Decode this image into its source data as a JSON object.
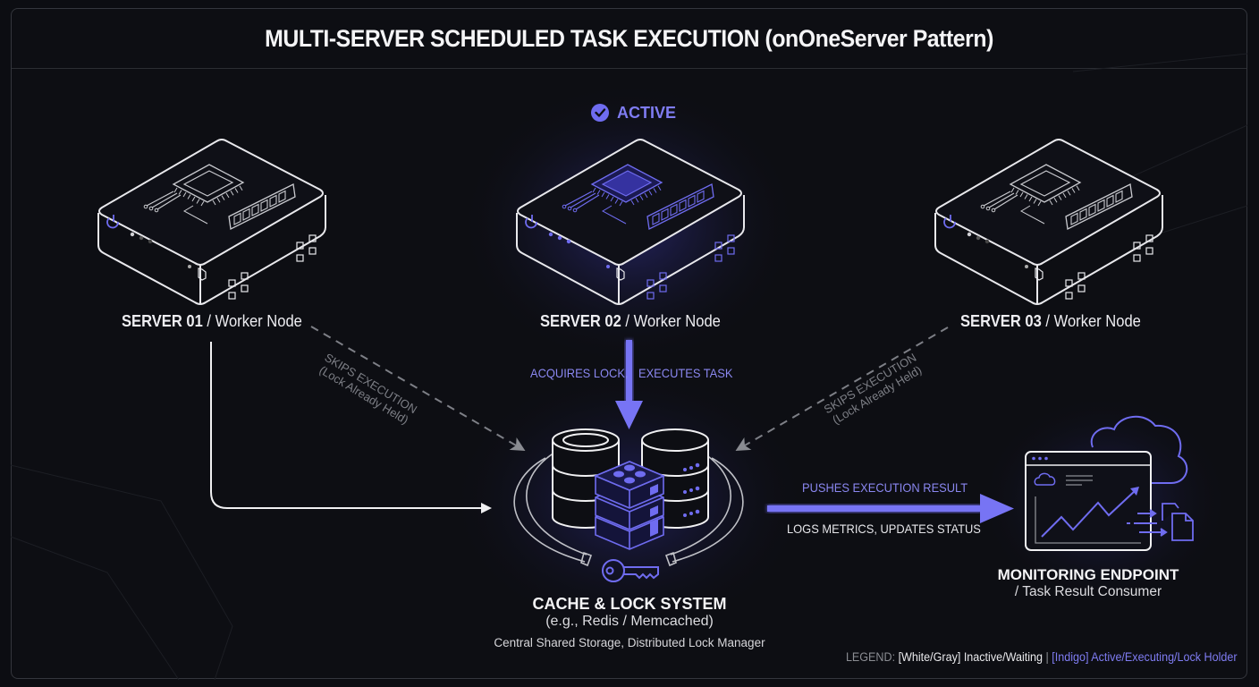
{
  "title": "MULTI-SERVER SCHEDULED TASK EXECUTION (onOneServer Pattern)",
  "colors": {
    "background": "#0d0e13",
    "accent_indigo": "#6f6cf0",
    "inactive_white": "#e8e8ec",
    "muted_gray": "#7d7f86"
  },
  "servers": [
    {
      "id": "server-01",
      "name": "SERVER 01",
      "role": "/ Worker Node",
      "state": "inactive",
      "icon": "server-icon"
    },
    {
      "id": "server-02",
      "name": "SERVER 02",
      "role": "/ Worker Node",
      "state": "active",
      "icon": "server-icon",
      "badge": "ACTIVE",
      "badge_icon": "check-circle-icon"
    },
    {
      "id": "server-03",
      "name": "SERVER 03",
      "role": "/ Worker Node",
      "state": "inactive",
      "icon": "server-icon"
    }
  ],
  "connections": {
    "server01_skip": {
      "line1": "SKIPS EXECUTION",
      "line2": "(Lock Already Held)"
    },
    "server03_skip": {
      "line1": "SKIPS EXECUTION",
      "line2": "(Lock Already Held)"
    },
    "server02_acquire": {
      "left": "ACQUIRES LOCK,",
      "right": "EXECUTES TASK"
    },
    "push_result": {
      "top": "PUSHES EXECUTION RESULT",
      "bottom": "LOGS METRICS, UPDATES STATUS"
    }
  },
  "cache_system": {
    "title": "CACHE & LOCK SYSTEM",
    "subtitle": "(e.g., Redis / Memcached)",
    "description": "Central Shared Storage, Distributed Lock Manager",
    "icons": [
      "database-icon",
      "stacked-cache-icon",
      "key-icon"
    ]
  },
  "monitoring": {
    "title": "MONITORING ENDPOINT",
    "subtitle": "/ Task Result Consumer",
    "icons": [
      "dashboard-window-icon",
      "cloud-icon",
      "trend-chart-icon",
      "document-icon"
    ]
  },
  "legend": {
    "prefix": "LEGEND:",
    "inactive_key": "[White/Gray] Inactive/Waiting",
    "separator": "|",
    "active_key": "[Indigo] Active/Executing/Lock Holder"
  }
}
